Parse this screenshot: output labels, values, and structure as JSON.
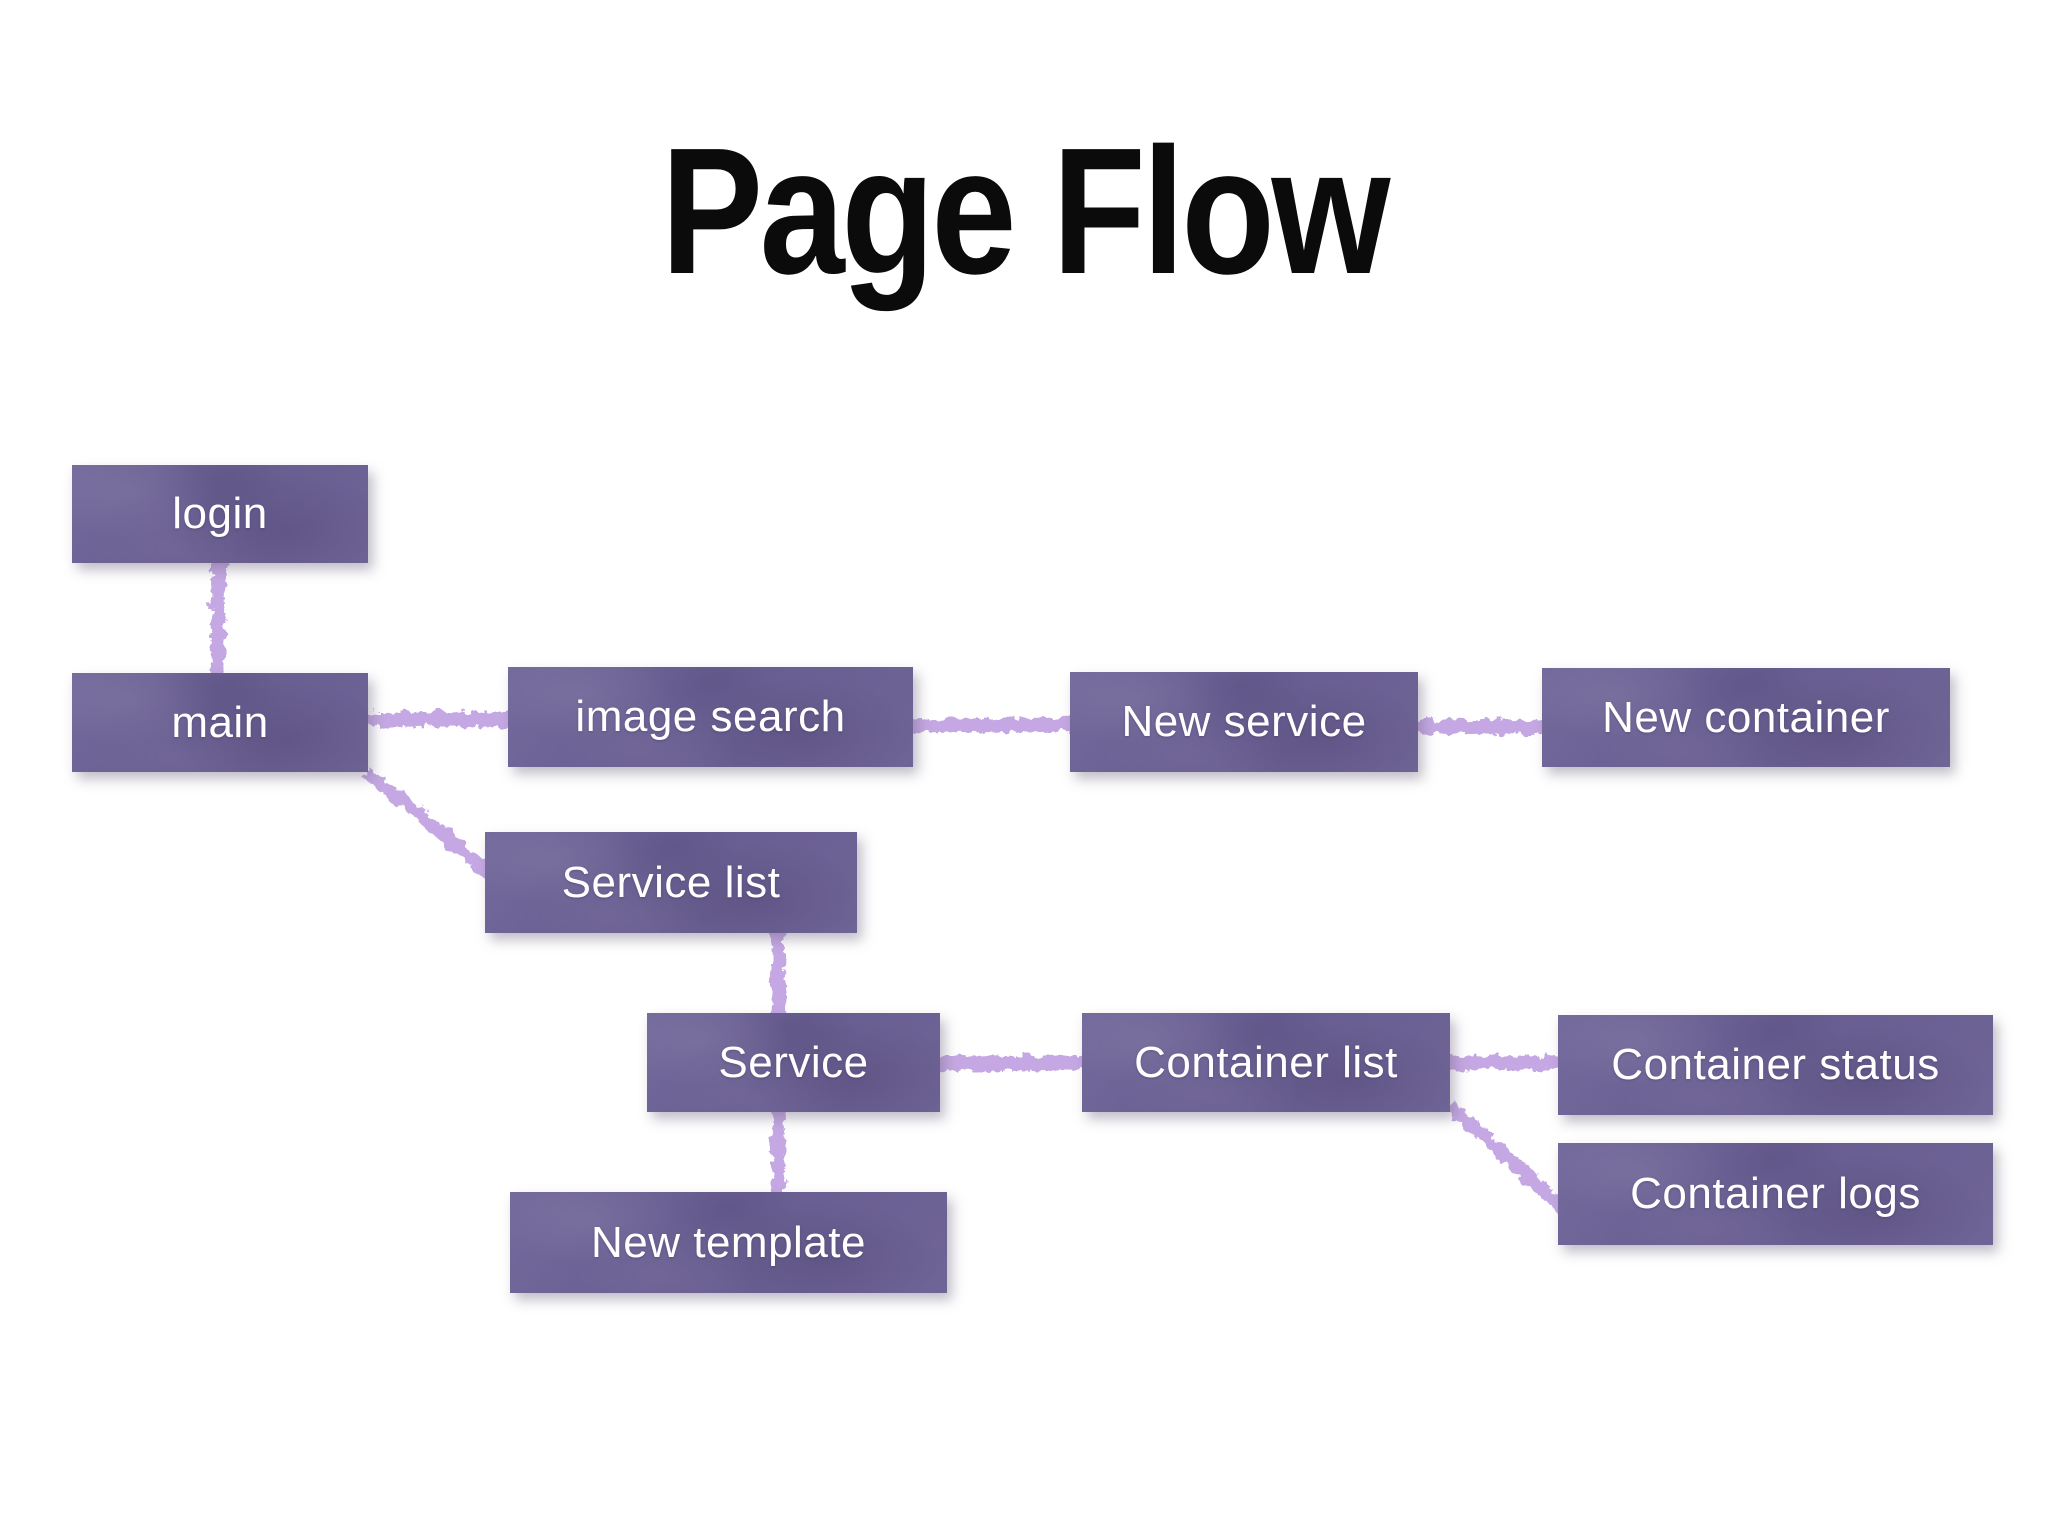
{
  "title": "Page Flow",
  "colors": {
    "node_fill": "#6e6396",
    "node_text": "#ffffff",
    "connector": "#c5a8e3",
    "title_text": "#0b0b0b",
    "background": "#ffffff"
  },
  "diagram": {
    "type": "flow",
    "nodes": [
      {
        "id": "login",
        "label": "login"
      },
      {
        "id": "main",
        "label": "main"
      },
      {
        "id": "image-search",
        "label": "image search"
      },
      {
        "id": "new-service",
        "label": "New service"
      },
      {
        "id": "new-container",
        "label": "New container"
      },
      {
        "id": "service-list",
        "label": "Service list"
      },
      {
        "id": "service",
        "label": "Service"
      },
      {
        "id": "container-list",
        "label": "Container list"
      },
      {
        "id": "container-status",
        "label": "Container status"
      },
      {
        "id": "container-logs",
        "label": "Container logs"
      },
      {
        "id": "new-template",
        "label": "New template"
      }
    ],
    "edges": [
      {
        "from": "login",
        "to": "main"
      },
      {
        "from": "main",
        "to": "image-search"
      },
      {
        "from": "image-search",
        "to": "new-service"
      },
      {
        "from": "new-service",
        "to": "new-container"
      },
      {
        "from": "main",
        "to": "service-list"
      },
      {
        "from": "service-list",
        "to": "service"
      },
      {
        "from": "service",
        "to": "container-list"
      },
      {
        "from": "container-list",
        "to": "container-status"
      },
      {
        "from": "container-list",
        "to": "container-logs"
      },
      {
        "from": "service",
        "to": "new-template"
      }
    ]
  }
}
